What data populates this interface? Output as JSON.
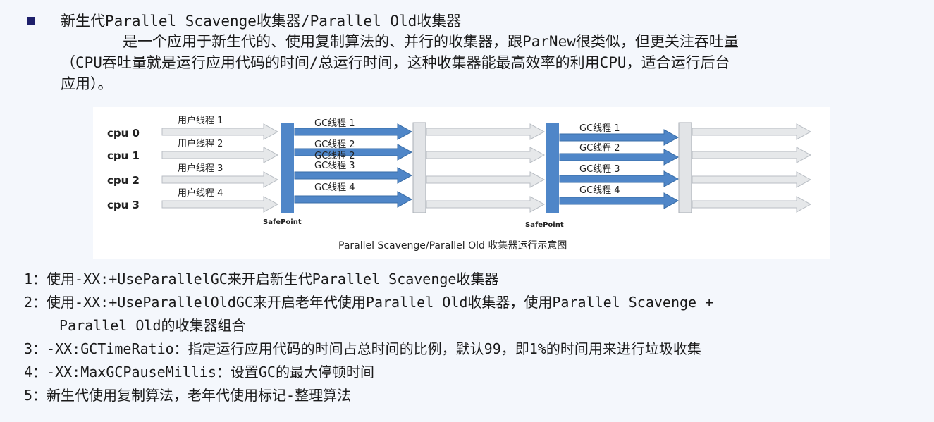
{
  "heading": "新生代Parallel Scavenge收集器/Parallel Old收集器",
  "paragraph": {
    "line1": "是一个应用于新生代的、使用复制算法的、并行的收集器，跟ParNew很类似，但更关注吞吐量",
    "line2": "（CPU吞吐量就是运行应用代码的时间/总运行时间，这种收集器能最高效率的利用CPU，适合运行后台",
    "line3": "应用）。"
  },
  "figure": {
    "cpus": [
      "cpu 0",
      "cpu 1",
      "cpu 2",
      "cpu 3"
    ],
    "user_threads": [
      "用户线程 1",
      "用户线程 2",
      "用户线程 3",
      "用户线程 4"
    ],
    "gc_threads": [
      "GC线程 1",
      "GC线程 2",
      "GC线程 3",
      "GC线程 4"
    ],
    "gc_overlap_label": "GC线程 2",
    "safepoint": "SafePoint",
    "caption": "Parallel Scavenge/Parallel Old 收集器运行示意图",
    "colors": {
      "gc_arrow": "#4f86c8",
      "thread_arrow": "#e6e8ea",
      "safepoint_bar": "#4f86c8",
      "sync_bar": "#e2e4e7"
    }
  },
  "notes": [
    "1：使用-XX:+UseParallelGC来开启新生代Parallel Scavenge收集器",
    "2：使用-XX:+UseParallelOldGC来开启老年代使用Parallel Old收集器，使用Parallel Scavenge +",
    "Parallel Old的收集器组合",
    "3：-XX:GCTimeRatio：指定运行应用代码的时间占总时间的比例，默认99，即1%的时间用来进行垃圾收集",
    "4：-XX:MaxGCPauseMillis：设置GC的最大停顿时间",
    "5：新生代使用复制算法，老年代使用标记-整理算法"
  ]
}
